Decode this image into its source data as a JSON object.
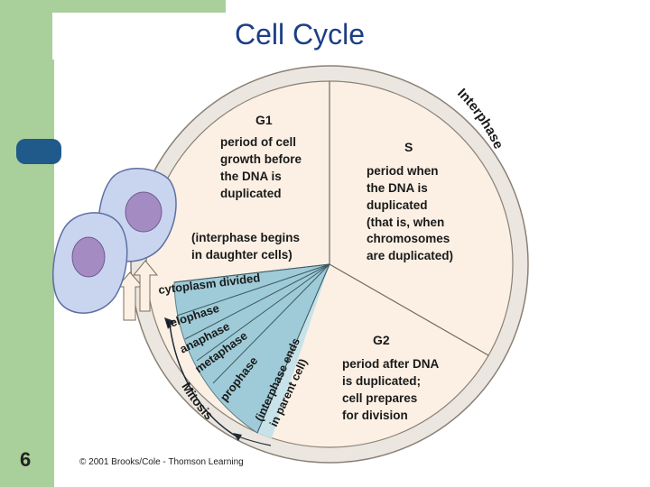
{
  "slide": {
    "title": "Cell Cycle",
    "number": "6",
    "credit": "© 2001 Brooks/Cole - Thomson Learning"
  },
  "diagram": {
    "ring_label": "Interphase",
    "mitosis_label": "Mitosis",
    "g1": {
      "label": "G1",
      "desc": [
        "period of cell",
        "growth before",
        "the DNA is",
        "duplicated"
      ],
      "note": [
        "(interphase begins",
        "in daughter cells)"
      ]
    },
    "s": {
      "label": "S",
      "desc": [
        "period when",
        "the DNA is",
        "duplicated",
        "(that is, when",
        "chromosomes",
        "are duplicated)"
      ]
    },
    "g2": {
      "label": "G2",
      "desc": [
        "period after DNA",
        "is duplicated;",
        "cell prepares",
        "for division"
      ]
    },
    "phases": [
      "cytoplasm divided",
      "telophase",
      "anaphase",
      "metaphase",
      "prophase"
    ],
    "interphase_end": [
      "(interphase ends",
      "in parent cell)"
    ]
  },
  "colors": {
    "slide_bar": "#a9cf9b",
    "title": "#1c3f86",
    "ring": "#ebe6df",
    "interphase_fill": "#fbf0e3",
    "mitosis_fill": "#9fcbd8",
    "cell_body": "#c9d5ee",
    "nucleus": "#a48cc2"
  }
}
